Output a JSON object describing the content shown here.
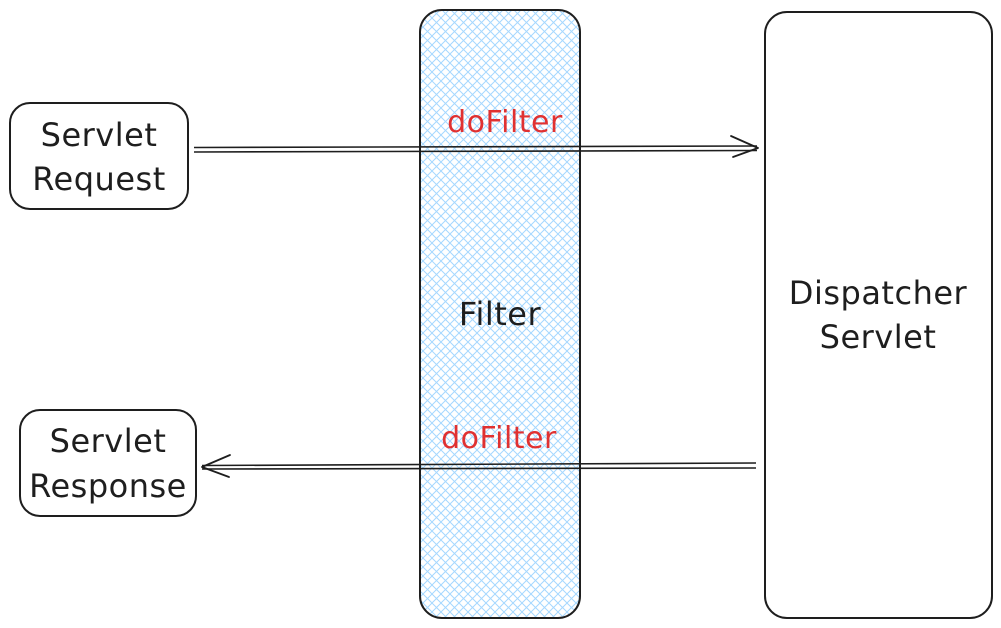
{
  "colors": {
    "stroke": "#1e1e1e",
    "filter_hatch": "#a5d8ff",
    "label_red": "#e03131",
    "background": "#ffffff"
  },
  "nodes": {
    "servlet_request": {
      "line1": "Servlet",
      "line2": "Request"
    },
    "servlet_response": {
      "line1": "Servlet",
      "line2": "Response"
    },
    "filter": {
      "label": "Filter"
    },
    "dispatcher_servlet": {
      "line1": "Dispatcher",
      "line2": "Servlet"
    }
  },
  "edges": {
    "request_to_dispatcher": {
      "label": "doFilter"
    },
    "dispatcher_to_response": {
      "label": "doFilter"
    }
  }
}
